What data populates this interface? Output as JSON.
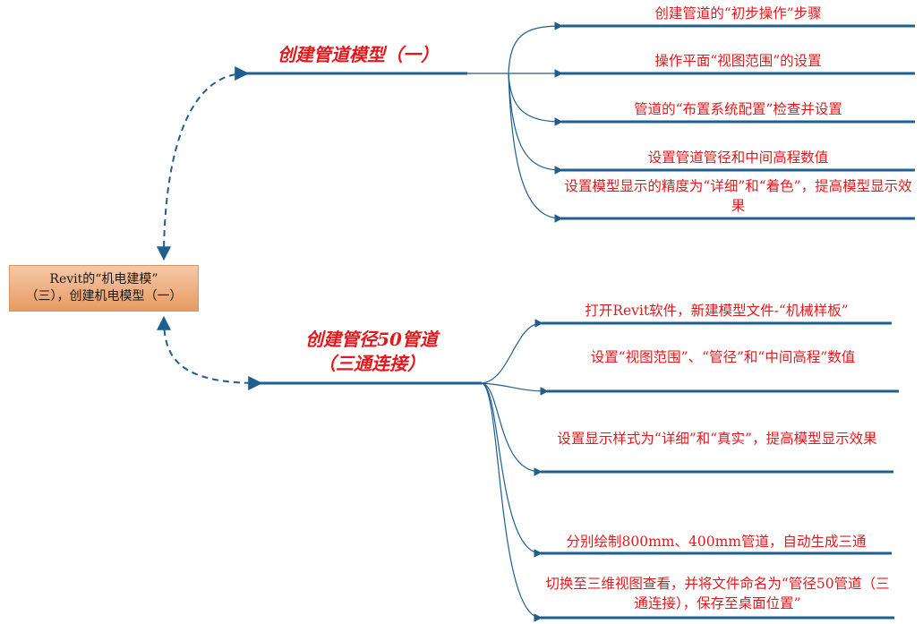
{
  "root": {
    "line1": "Revit的“机电建模”",
    "line2": "（三），创建机电模型（一）"
  },
  "branch1": {
    "title": "创建管道模型（一）",
    "items": [
      "创建管道的“初步操作”步骤",
      "操作平面“视图范围”的设置",
      "管道的“布置系统配置”检查并设置",
      "设置管道管径和中间高程数值",
      "设置模型显示的精度为“详细”和“着色”，提高模型显示效果"
    ]
  },
  "branch2": {
    "title_line1": "创建管径50管道",
    "title_line2": "（三通连接）",
    "items": [
      "打开Revit软件，新建模型文件-“机械样板”",
      "设置“视图范围”、“管径”和“中间高程”数值",
      "设置显示样式为“详细”和“真实”，提高模型显示效果",
      "分别绘制800mm、400mm管道，自动生成三通",
      "切换至三维视图查看，并将文件命名为“管径50管道（三通连接），保存至桌面位置”"
    ]
  },
  "colors": {
    "line": "#1f5f8f",
    "text_red": "#e3181d",
    "root_fill": "#f2b38a"
  }
}
